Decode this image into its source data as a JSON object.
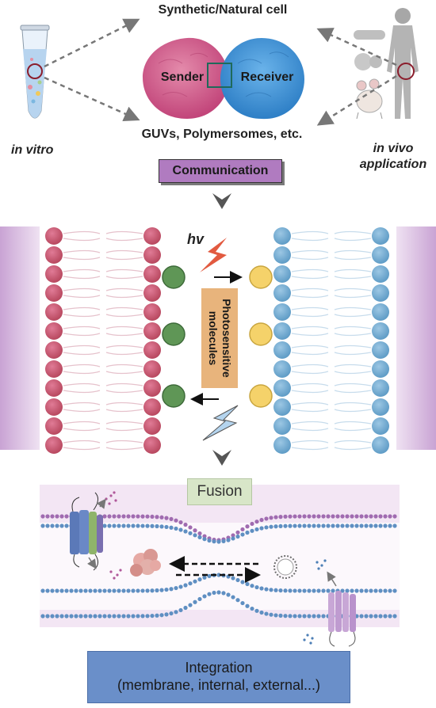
{
  "top": {
    "title": "Synthetic/Natural cell",
    "sender": "Sender",
    "receiver": "Receiver",
    "vesicles": "GUVs, Polymersomes, etc.",
    "in_vitro": "in vitro",
    "in_vivo_line1": "in vivo",
    "in_vivo_line2": "application",
    "communication": "Communication"
  },
  "middle": {
    "hv": "hv",
    "photo_line1": "Photosensitive",
    "photo_line2": "molecules"
  },
  "bottom": {
    "fusion": "Fusion",
    "integration_line1": "Integration",
    "integration_line2": "(membrane, internal, external...)"
  },
  "colors": {
    "sender": "#c8537a",
    "receiver": "#3a8fd3",
    "communication_box": "#b07bc0",
    "fusion_box": "#d8e6c8",
    "integration_box": "#6a8fc9",
    "photo_box": "#e8b47c"
  }
}
